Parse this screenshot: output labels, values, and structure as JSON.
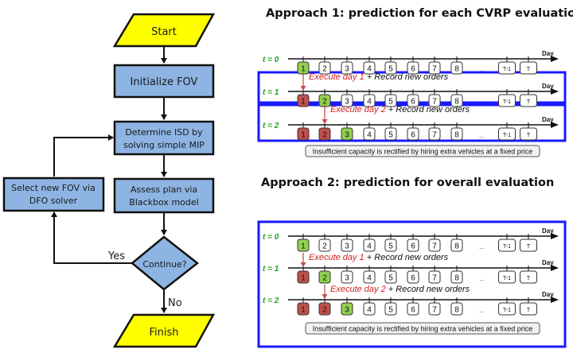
{
  "flowchart": {
    "start": "Start",
    "init": "Initialize FOV",
    "determine": [
      "Determine ISD by",
      "solving simple MIP"
    ],
    "assess": [
      "Assess plan via",
      "Blackbox model"
    ],
    "select": [
      "Select new FOV via",
      "DFO solver"
    ],
    "decision": "Continue?",
    "yes": "Yes",
    "no": "No",
    "finish": "Finish",
    "colors": {
      "terminal": "#ffff00",
      "process": "#8db4e2",
      "stroke": "#111111"
    }
  },
  "approach1": {
    "title": "Approach 1: prediction for each CVRP evaluation",
    "rows": [
      {
        "label": "t = 0",
        "states": [
          "green",
          "white",
          "white",
          "white",
          "white",
          "white",
          "white",
          "white",
          "white",
          "white"
        ],
        "framed": false
      },
      {
        "label": "t = 1",
        "states": [
          "red",
          "green",
          "white",
          "white",
          "white",
          "white",
          "white",
          "white",
          "white",
          "white"
        ],
        "framed": true,
        "exec_day": "1"
      },
      {
        "label": "t = 2",
        "states": [
          "red",
          "red",
          "green",
          "white",
          "white",
          "white",
          "white",
          "white",
          "white",
          "white"
        ],
        "framed": true,
        "exec_day": "2"
      }
    ],
    "note": "Insufficient capacity is rectified by hiring extra vehicles at a fixed price"
  },
  "approach2": {
    "title": "Approach 2: prediction for overall evaluation",
    "rows": [
      {
        "label": "t = 0",
        "states": [
          "green",
          "white",
          "white",
          "white",
          "white",
          "white",
          "white",
          "white",
          "white",
          "white"
        ]
      },
      {
        "label": "t = 1",
        "states": [
          "red",
          "green",
          "white",
          "white",
          "white",
          "white",
          "white",
          "white",
          "white",
          "white"
        ],
        "exec_day": "1"
      },
      {
        "label": "t = 2",
        "states": [
          "red",
          "red",
          "green",
          "white",
          "white",
          "white",
          "white",
          "white",
          "white",
          "white"
        ],
        "exec_day": "2"
      }
    ],
    "note": "Insufficient capacity is rectified by hiring extra vehicles at a fixed price"
  },
  "timeline": {
    "days": [
      "1",
      "2",
      "3",
      "4",
      "5",
      "6",
      "7",
      "8",
      "T-1",
      "T"
    ],
    "ellipsis": "...",
    "axis_label": "Day",
    "exec_prefix": "Execute day ",
    "exec_suffix": " + Record new orders",
    "colors": {
      "green": "#92d050",
      "red": "#c0504d",
      "white": "#ffffff",
      "frame": "#1a1aff",
      "arrow": "#c0504d",
      "label": "#22a022"
    }
  }
}
